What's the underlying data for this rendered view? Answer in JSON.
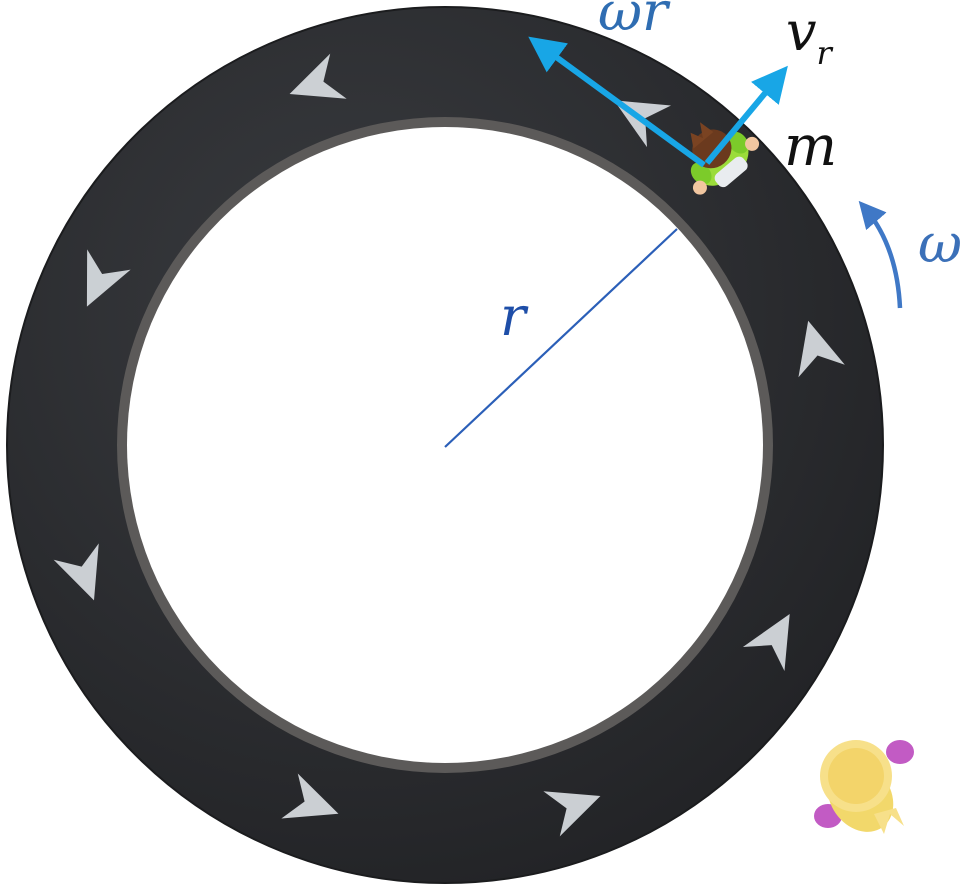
{
  "labels": {
    "omega_r": "ωr",
    "v_main": "v",
    "v_sub": "r",
    "mass": "m",
    "omega": "ω",
    "radius": "r"
  },
  "colors": {
    "track": "#2a2b2d",
    "track_edge": "#1b1c1e",
    "inner_rim": "#5c5a59",
    "chevron": "#d9dde2",
    "velocity_arrow": "#18a6e6",
    "omega_arrow": "#3f78c6",
    "omega_label": "#3b70b8",
    "omega_r_label": "#2f6db2",
    "radius_line": "#2b5fb8",
    "radius_label": "#1e4ea8",
    "text_dark": "#111111"
  },
  "icons": {
    "rider": "person-top-view-icon",
    "bystander": "person-top-view-icon",
    "direction_markers": "chevron-arrow-icon"
  }
}
